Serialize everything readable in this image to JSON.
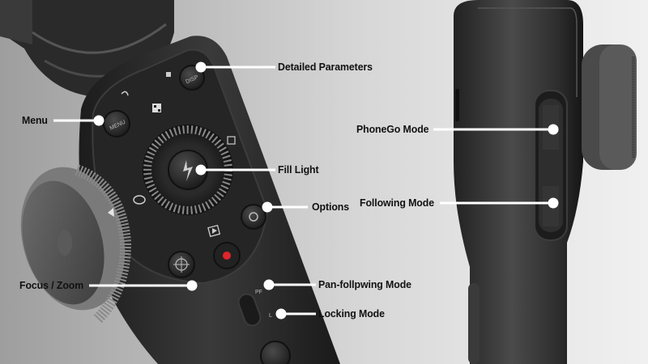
{
  "diagram": {
    "subject": "Handheld smartphone gimbal – control layout",
    "colors": {
      "background_left": "#9e9e9e",
      "background_right": "#f0f0f0",
      "device_body": "#2b2b2b",
      "callout_line": "#ffffff",
      "record_button": "#e0242c",
      "label_text": "#111111"
    },
    "callouts": [
      {
        "id": "detailed-parameters",
        "label": "Detailed Parameters",
        "target": "DISP button"
      },
      {
        "id": "menu",
        "label": "Menu",
        "target": "MENU button"
      },
      {
        "id": "fill-light",
        "label": "Fill Light",
        "target": "Center fill-light button in control wheel"
      },
      {
        "id": "options",
        "label": "Options",
        "target": "Camera/options button"
      },
      {
        "id": "focus-zoom",
        "label": "Focus / Zoom",
        "target": "Side hand wheel"
      },
      {
        "id": "pan-following",
        "label": "Pan-follpwing Mode",
        "target": "PF side switch position"
      },
      {
        "id": "locking",
        "label": "Locking Mode",
        "target": "L side switch position"
      },
      {
        "id": "phonego",
        "label": "PhoneGo Mode",
        "target": "Rear trigger upper"
      },
      {
        "id": "following",
        "label": "Following Mode",
        "target": "Rear trigger lower"
      }
    ],
    "button_markings": {
      "disp": "DISP",
      "menu": "MENU",
      "switch_pf": "PF",
      "switch_l": "L"
    }
  }
}
